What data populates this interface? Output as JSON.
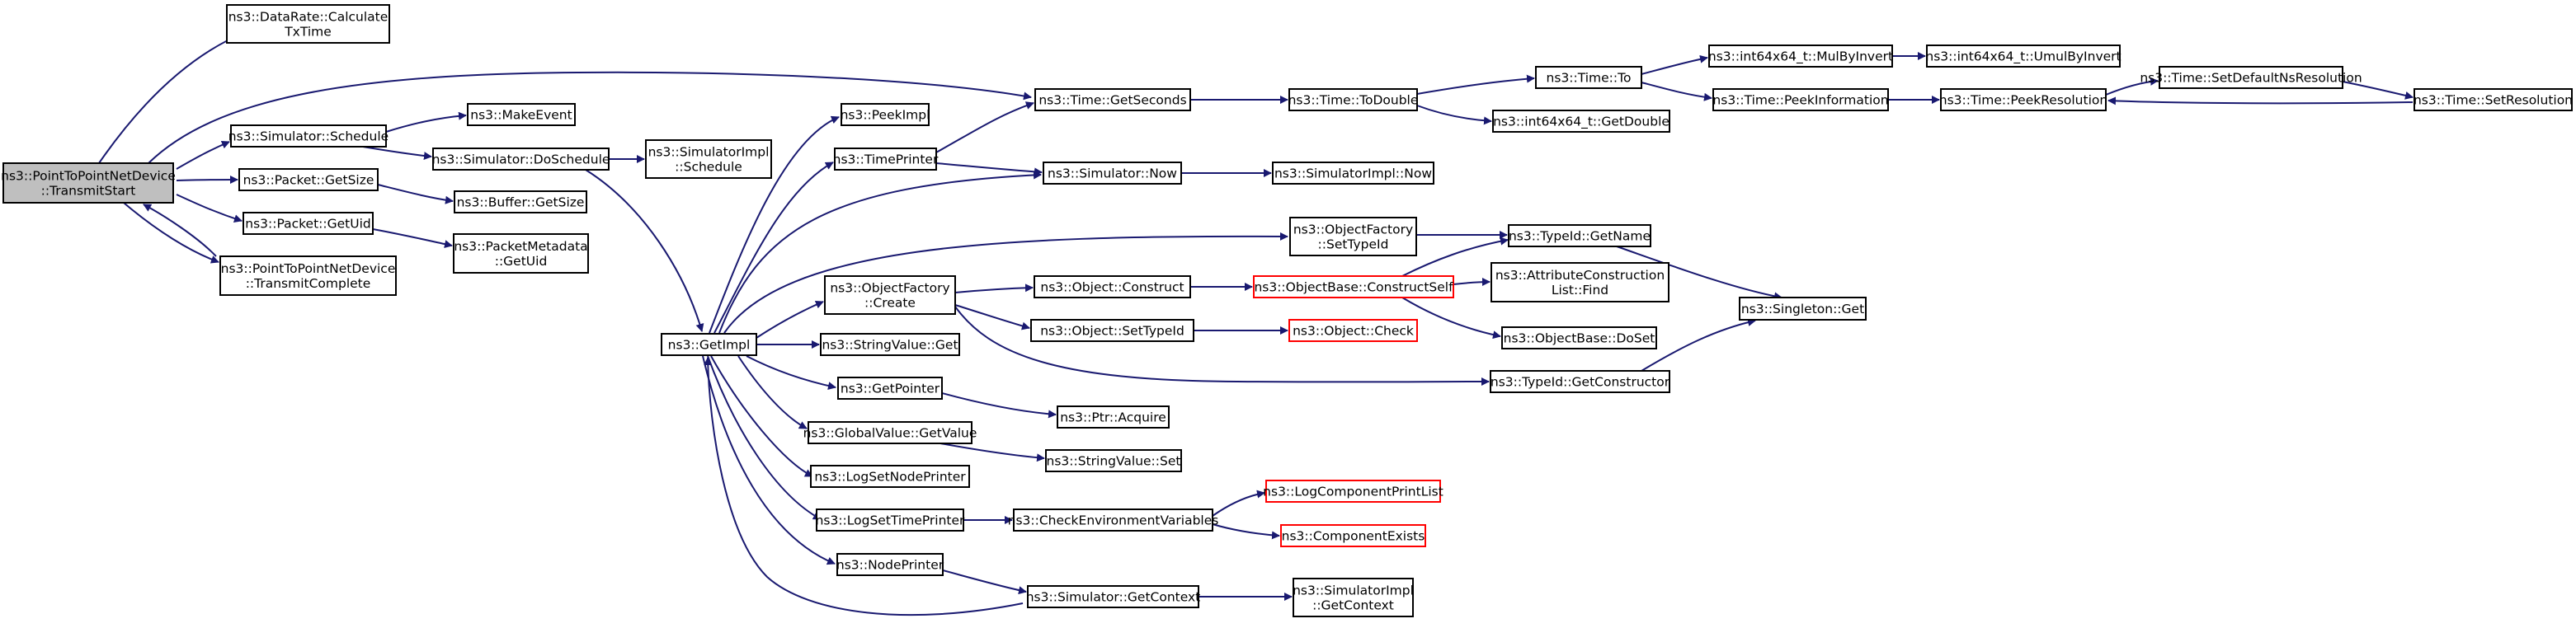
{
  "colors": {
    "edge": "#191970",
    "root_fill": "#bfbfbf",
    "red_border": "#ff0000",
    "box_border": "#000000"
  },
  "nodes": {
    "root": {
      "lines": [
        "ns3::PointToPointNetDevice",
        "::TransmitStart"
      ],
      "kind": "root"
    },
    "drc": {
      "lines": [
        "ns3::DataRate::Calculate",
        "TxTime"
      ]
    },
    "sched": {
      "lines": [
        "ns3::Simulator::Schedule"
      ]
    },
    "psize": {
      "lines": [
        "ns3::Packet::GetSize"
      ]
    },
    "puid": {
      "lines": [
        "ns3::Packet::GetUid"
      ]
    },
    "p2pc": {
      "lines": [
        "ns3::PointToPointNetDevice",
        "::TransmitComplete"
      ]
    },
    "mkev": {
      "lines": [
        "ns3::MakeEvent"
      ]
    },
    "dosch": {
      "lines": [
        "ns3::Simulator::DoSchedule"
      ]
    },
    "bsize": {
      "lines": [
        "ns3::Buffer::GetSize"
      ]
    },
    "pmeta": {
      "lines": [
        "ns3::PacketMetadata",
        "::GetUid"
      ]
    },
    "simisch": {
      "lines": [
        "ns3::SimulatorImpl",
        "::Schedule"
      ]
    },
    "getimpl": {
      "lines": [
        "ns3::GetImpl"
      ]
    },
    "peek": {
      "lines": [
        "ns3::PeekImpl"
      ]
    },
    "tprint": {
      "lines": [
        "ns3::TimePrinter"
      ]
    },
    "ofcreate": {
      "lines": [
        "ns3::ObjectFactory",
        "::Create"
      ]
    },
    "svget": {
      "lines": [
        "ns3::StringValue::Get"
      ]
    },
    "getptr": {
      "lines": [
        "ns3::GetPointer"
      ]
    },
    "gvget": {
      "lines": [
        "ns3::GlobalValue::GetValue"
      ]
    },
    "lsnp": {
      "lines": [
        "ns3::LogSetNodePrinter"
      ]
    },
    "lstp": {
      "lines": [
        "ns3::LogSetTimePrinter"
      ]
    },
    "nprint": {
      "lines": [
        "ns3::NodePrinter"
      ]
    },
    "tgets": {
      "lines": [
        "ns3::Time::GetSeconds"
      ]
    },
    "simnow": {
      "lines": [
        "ns3::Simulator::Now"
      ]
    },
    "objcon": {
      "lines": [
        "ns3::Object::Construct"
      ]
    },
    "objsti": {
      "lines": [
        "ns3::Object::SetTypeId"
      ]
    },
    "ptracq": {
      "lines": [
        "ns3::Ptr::Acquire"
      ]
    },
    "svset": {
      "lines": [
        "ns3::StringValue::Set"
      ]
    },
    "cenv": {
      "lines": [
        "ns3::CheckEnvironmentVariables"
      ]
    },
    "sgctx": {
      "lines": [
        "ns3::Simulator::GetContext"
      ]
    },
    "ttod": {
      "lines": [
        "ns3::Time::ToDouble"
      ]
    },
    "siminow": {
      "lines": [
        "ns3::SimulatorImpl::Now"
      ]
    },
    "ofsti": {
      "lines": [
        "ns3::ObjectFactory",
        "::SetTypeId"
      ]
    },
    "obcs": {
      "lines": [
        "ns3::ObjectBase::ConstructSelf"
      ],
      "kind": "red"
    },
    "objchk": {
      "lines": [
        "ns3::Object::Check"
      ],
      "kind": "red"
    },
    "lcpl": {
      "lines": [
        "ns3::LogComponentPrintList"
      ],
      "kind": "red"
    },
    "compex": {
      "lines": [
        "ns3::ComponentExists"
      ],
      "kind": "red"
    },
    "simigc": {
      "lines": [
        "ns3::SimulatorImpl",
        "::GetContext"
      ]
    },
    "tto": {
      "lines": [
        "ns3::Time::To"
      ]
    },
    "i64gd": {
      "lines": [
        "ns3::int64x64_t::GetDouble"
      ]
    },
    "tgn": {
      "lines": [
        "ns3::TypeId::GetName"
      ]
    },
    "acl": {
      "lines": [
        "ns3::AttributeConstruction",
        "List::Find"
      ]
    },
    "obds": {
      "lines": [
        "ns3::ObjectBase::DoSet"
      ]
    },
    "tgc": {
      "lines": [
        "ns3::TypeId::GetConstructor"
      ]
    },
    "mbi": {
      "lines": [
        "ns3::int64x64_t::MulByInvert"
      ]
    },
    "tpi": {
      "lines": [
        "ns3::Time::PeekInformation"
      ]
    },
    "umbi": {
      "lines": [
        "ns3::int64x64_t::UmulByInvert"
      ]
    },
    "tpr": {
      "lines": [
        "ns3::Time::PeekResolution"
      ]
    },
    "sget": {
      "lines": [
        "ns3::Singleton::Get"
      ]
    },
    "tsdnr": {
      "lines": [
        "ns3::Time::SetDefaultNsResolution"
      ]
    },
    "tsr": {
      "lines": [
        "ns3::Time::SetResolution"
      ]
    }
  },
  "edges": [
    [
      "root",
      "drc"
    ],
    [
      "root",
      "tgets"
    ],
    [
      "root",
      "sched"
    ],
    [
      "root",
      "psize"
    ],
    [
      "root",
      "puid"
    ],
    [
      "root",
      "p2pc"
    ],
    [
      "p2pc",
      "root"
    ],
    [
      "sched",
      "mkev"
    ],
    [
      "sched",
      "dosch"
    ],
    [
      "psize",
      "bsize"
    ],
    [
      "puid",
      "pmeta"
    ],
    [
      "dosch",
      "simisch"
    ],
    [
      "dosch",
      "getimpl"
    ],
    [
      "getimpl",
      "peek"
    ],
    [
      "getimpl",
      "tprint"
    ],
    [
      "getimpl",
      "simnow"
    ],
    [
      "getimpl",
      "ofsti"
    ],
    [
      "getimpl",
      "ofcreate"
    ],
    [
      "getimpl",
      "svget"
    ],
    [
      "getimpl",
      "getptr"
    ],
    [
      "getimpl",
      "gvget"
    ],
    [
      "getimpl",
      "lsnp"
    ],
    [
      "getimpl",
      "lstp"
    ],
    [
      "getimpl",
      "nprint"
    ],
    [
      "tprint",
      "tgets"
    ],
    [
      "tprint",
      "simnow"
    ],
    [
      "ofcreate",
      "objcon"
    ],
    [
      "ofcreate",
      "objsti"
    ],
    [
      "ofcreate",
      "tgc"
    ],
    [
      "getptr",
      "ptracq"
    ],
    [
      "gvget",
      "svset"
    ],
    [
      "lstp",
      "cenv"
    ],
    [
      "nprint",
      "sgctx"
    ],
    [
      "sgctx",
      "getimpl"
    ],
    [
      "sgctx",
      "simigc"
    ],
    [
      "cenv",
      "lcpl"
    ],
    [
      "cenv",
      "compex"
    ],
    [
      "simnow",
      "siminow"
    ],
    [
      "tgets",
      "ttod"
    ],
    [
      "ttod",
      "tto"
    ],
    [
      "ttod",
      "i64gd"
    ],
    [
      "tto",
      "mbi"
    ],
    [
      "tto",
      "tpi"
    ],
    [
      "mbi",
      "umbi"
    ],
    [
      "tpi",
      "tpr"
    ],
    [
      "tpr",
      "tsdnr"
    ],
    [
      "tsdnr",
      "tsr"
    ],
    [
      "tsr",
      "tpr"
    ],
    [
      "ofsti",
      "tgn"
    ],
    [
      "objcon",
      "obcs"
    ],
    [
      "objsti",
      "objchk"
    ],
    [
      "obcs",
      "tgn"
    ],
    [
      "obcs",
      "acl"
    ],
    [
      "obcs",
      "obds"
    ],
    [
      "tgn",
      "sget"
    ],
    [
      "tgc",
      "sget"
    ]
  ]
}
